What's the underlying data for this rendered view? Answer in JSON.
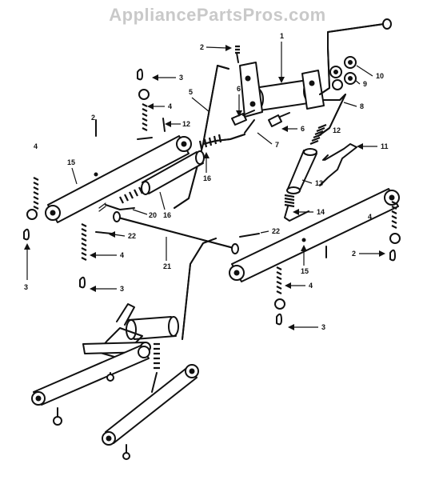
{
  "watermark": "AppliancePartsPros.com",
  "callouts": [
    "1",
    "2",
    "2",
    "2",
    "3",
    "3",
    "3",
    "3",
    "4",
    "4",
    "4",
    "4",
    "5",
    "6",
    "6",
    "7",
    "8",
    "9",
    "10",
    "11",
    "12",
    "12",
    "13",
    "14",
    "15",
    "15",
    "16",
    "16",
    "20",
    "21",
    "22",
    "22"
  ]
}
